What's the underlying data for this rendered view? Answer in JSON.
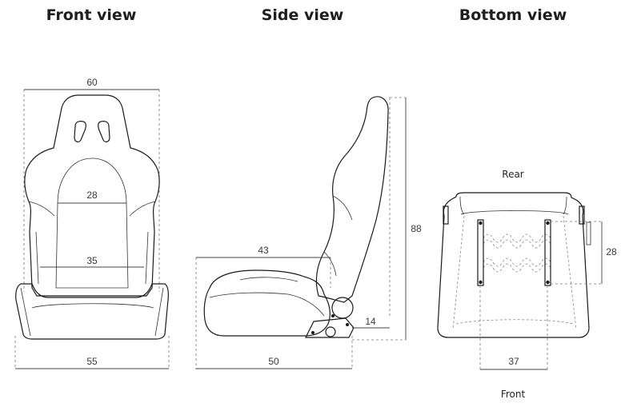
{
  "titles": {
    "front": "Front view",
    "side": "Side view",
    "bottom": "Bottom view"
  },
  "front": {
    "overall_width_top": "60",
    "back_inner_width": "28",
    "seat_inner_width": "35",
    "base_width": "55"
  },
  "side": {
    "seat_depth": "43",
    "base_depth": "50",
    "height": "88",
    "rail_height": "14"
  },
  "bottom": {
    "rear_label": "Rear",
    "front_label": "Front",
    "rail_length": "28",
    "rail_spacing": "37"
  }
}
